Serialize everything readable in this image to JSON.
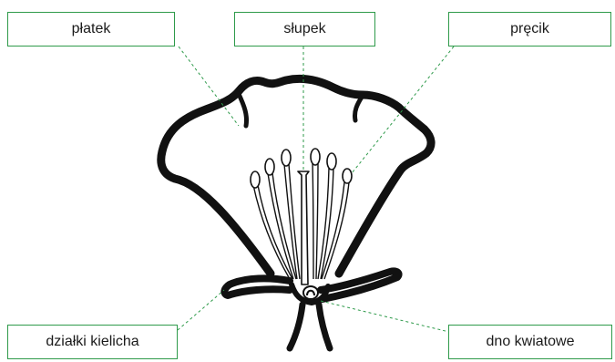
{
  "diagram": {
    "labels": {
      "platek": "płatek",
      "slupek": "słupek",
      "precik": "pręcik",
      "dzialki": "działki kielicha",
      "dno": "dno kwiatowe"
    }
  },
  "colors": {
    "box_border": "#2e9a4a",
    "leader_line": "#2e9a4a",
    "outline": "#111111"
  }
}
